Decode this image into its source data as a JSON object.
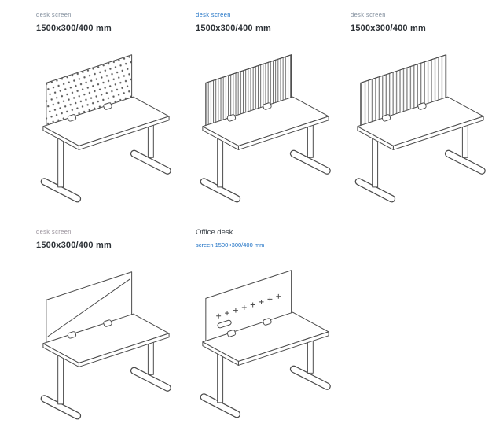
{
  "page": {
    "title": "desk screens catalog",
    "background": "#ffffff"
  },
  "colors": {
    "link_blue": "#1a6fc4",
    "label_gray": "#7e8b9a",
    "title_dark": "#2d3237",
    "line_art": "#4a4a4a"
  },
  "products": [
    {
      "label": "desk screen",
      "title": "1500x300/400 mm",
      "illustration": "desk-with-perforated-screen"
    },
    {
      "label": "desk screen",
      "title": "1500x300/400 mm",
      "illustration": "desk-with-dense-ribbed-screen"
    },
    {
      "label": "desk screen",
      "title": "1500x300/400 mm",
      "illustration": "desk-with-ribbed-screen"
    },
    {
      "label": "desk screen",
      "title": "1500x300/400 mm",
      "illustration": "desk-with-plain-screen"
    },
    {
      "label": "Office desk",
      "subtitle": "screen 1500×300/400 mm",
      "illustration": "desk-with-accessory-screen"
    }
  ]
}
